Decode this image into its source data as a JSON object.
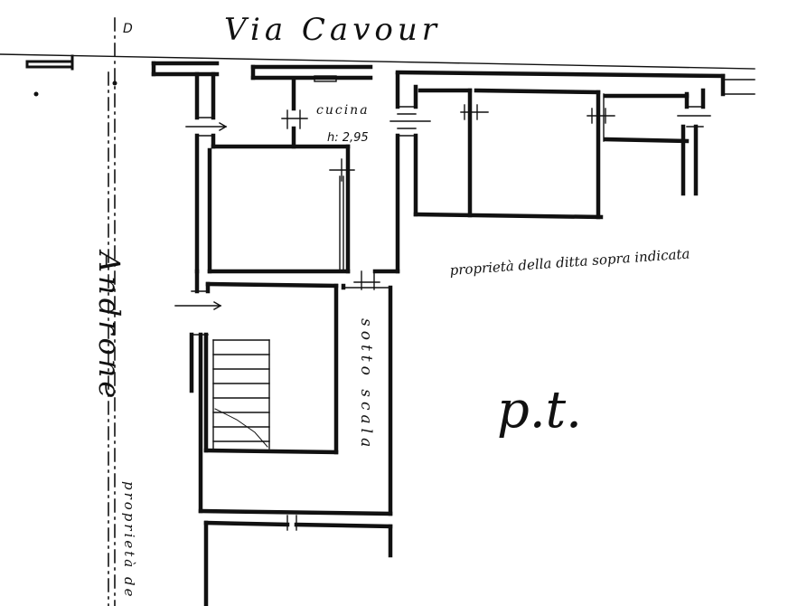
{
  "drawing": {
    "street_label": "Via Cavour",
    "axis_letter": "D",
    "corridor_label": "Androne",
    "kitchen": {
      "name": "cucina",
      "height": "h: 2,95"
    },
    "property_note": "proprietà della ditta sopra indicata",
    "under_stairs_label": "sotto scala",
    "floor_code": "p.t.",
    "left_property_note": "proprietà de"
  }
}
